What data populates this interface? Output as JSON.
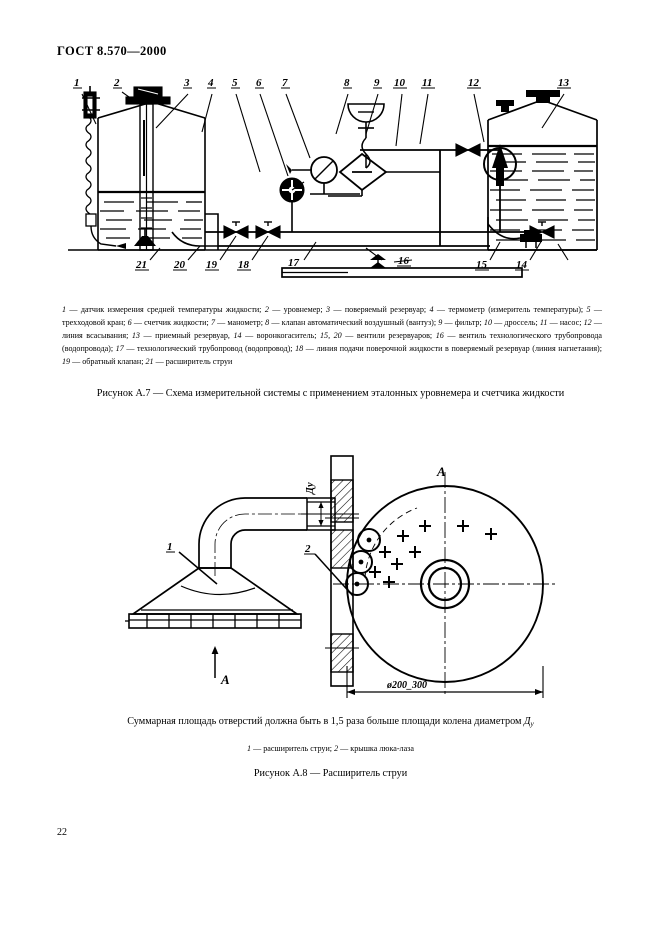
{
  "header": {
    "standard": "ГОСТ 8.570—2000"
  },
  "folio": {
    "page_number": "22"
  },
  "figure_a7": {
    "callouts_top": [
      "1",
      "2",
      "3",
      "4",
      "5",
      "6",
      "7",
      "8",
      "9",
      "10",
      "11",
      "12",
      "13"
    ],
    "callouts_bottom": [
      "21",
      "20",
      "19",
      "18",
      "17",
      "16",
      "15",
      "14"
    ],
    "legend": [
      {
        "num": "1",
        "text": "датчик измерения средней температуры жидкости;"
      },
      {
        "num": "2",
        "text": "уровнемер;"
      },
      {
        "num": "3",
        "text": "поверяемый резервуар;"
      },
      {
        "num": "4",
        "text": "термометр (измеритель температуры);"
      },
      {
        "num": "5",
        "text": "трехходовой кран;"
      },
      {
        "num": "6",
        "text": "счетчик жидкости;"
      },
      {
        "num": "7",
        "text": "манометр;"
      },
      {
        "num": "8",
        "text": "клапан автоматический воздушный (вантуз);"
      },
      {
        "num": "9",
        "text": "фильтр;"
      },
      {
        "num": "10",
        "text": "дроссель;"
      },
      {
        "num": "11",
        "text": "насос;"
      },
      {
        "num": "12",
        "text": "линия всасывания;"
      },
      {
        "num": "13",
        "text": "приемный резервуар,"
      },
      {
        "num": "14",
        "text": "воронкогаситель;"
      },
      {
        "num": "15,  20",
        "text": "вентили резервуаров;"
      },
      {
        "num": "16",
        "text": "вентиль технологического трубопровода (водопровода);"
      },
      {
        "num": "17",
        "text": "технологический трубопровод (водопровод);"
      },
      {
        "num": "18",
        "text": "линия подачи поверочной жидкости в поверяемый резервуар (линия нагнетания);"
      },
      {
        "num": "19",
        "text": "обратный клапан;"
      },
      {
        "num": "21",
        "text": "расширитель струи"
      }
    ],
    "caption": "Рисунок  А.7 — Схема измерительной системы с применением эталонных уровнемера и счетчика жидкости"
  },
  "figure_a8": {
    "callouts": [
      "1",
      "2"
    ],
    "section_letter_front": "A",
    "section_letter_plan": "A",
    "diameter_label": "Ду",
    "dimension_label": "ø200_300",
    "note": "Суммарная площадь отверстий должна быть в 1,5 раза больше площади колена диаметром ",
    "note_symbol": "Д",
    "note_symbol_sub": "у",
    "legend": [
      {
        "num": "1",
        "text": "расширитель струи;"
      },
      {
        "num": "2",
        "text": "крышка люка-лаза"
      }
    ],
    "caption": "Рисунок  А.8 — Расширитель струи"
  }
}
